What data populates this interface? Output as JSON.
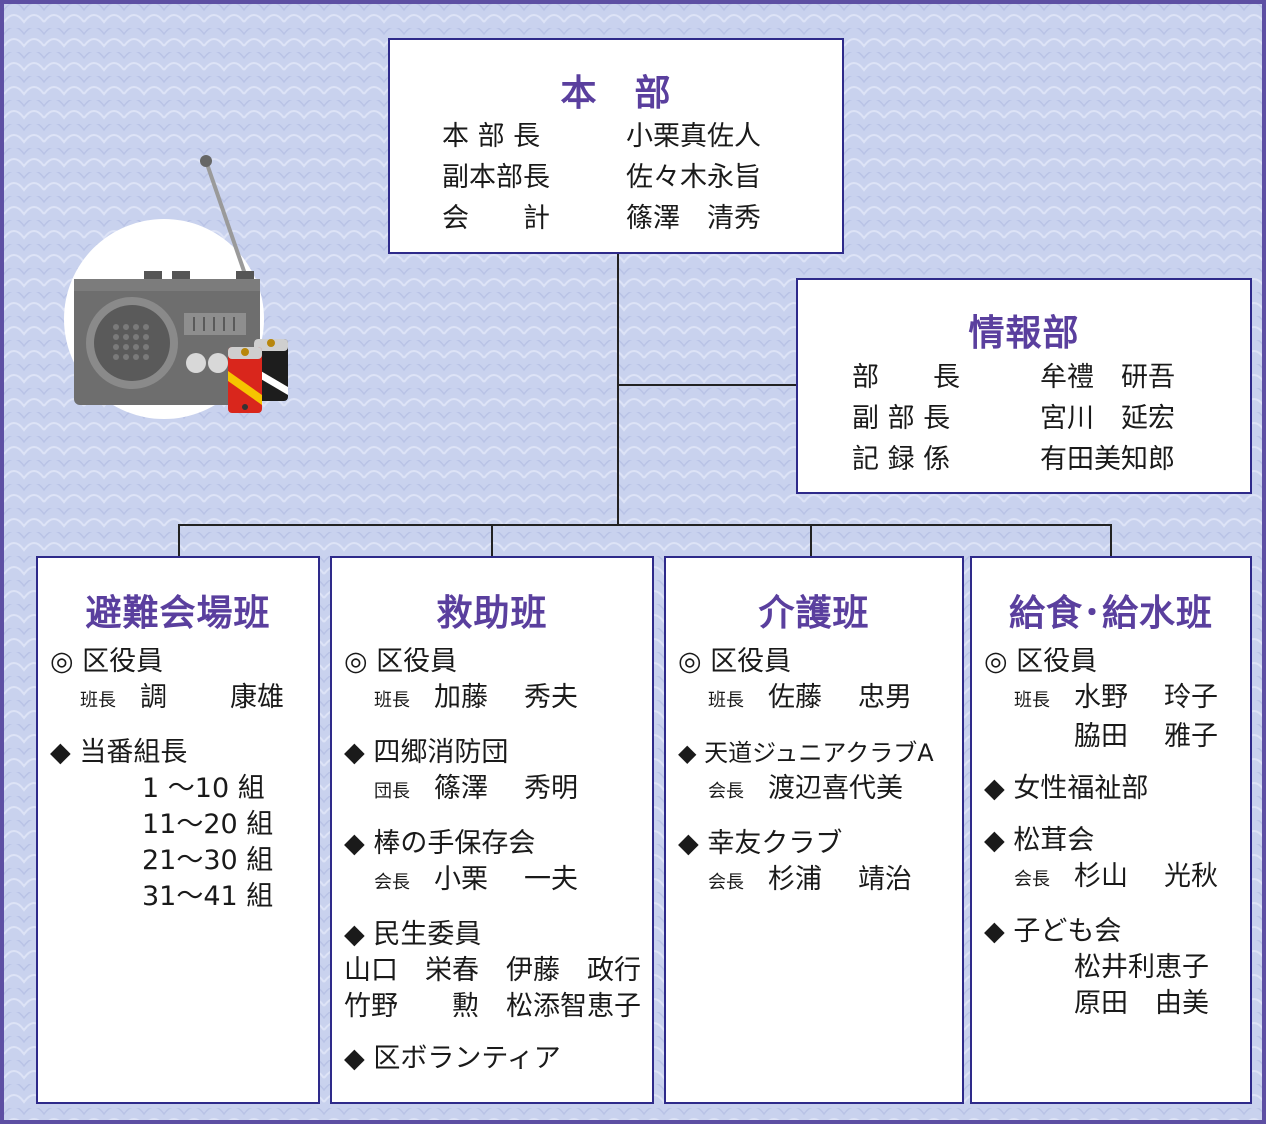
{
  "honbu": {
    "title": "本　部",
    "roles": [
      "本 部 長",
      "副本部長",
      "会　　計"
    ],
    "names": [
      "小栗真佐人",
      "佐々木永旨",
      "篠澤　清秀"
    ]
  },
  "joho": {
    "title": "情報部",
    "roles": [
      "部　　長",
      "副 部 長",
      "記 録 係"
    ],
    "names": [
      "牟禮　研吾",
      "宮川　延宏",
      "有田美知郎"
    ]
  },
  "groups": {
    "hinan": {
      "title": "避難会場班",
      "head": "◎ 区役員",
      "leader_role": "班長",
      "leader_name1": "調",
      "leader_name2": "康雄",
      "sec2": "◆ 当番組長",
      "kumi": [
        "1 ～10 組",
        "11～20 組",
        "21～30 組",
        "31～41 組"
      ]
    },
    "kyujo": {
      "title": "救助班",
      "head": "◎ 区役員",
      "leader_role": "班長",
      "leader_name1": "加藤",
      "leader_name2": "秀夫",
      "s2": "◆ 四郷消防団",
      "s2_role": "団長",
      "s2_n1": "篠澤",
      "s2_n2": "秀明",
      "s3": "◆ 棒の手保存会",
      "s3_role": "会長",
      "s3_n1": "小栗",
      "s3_n2": "一夫",
      "s4": "◆ 民生委員",
      "s4_line1": "山口　栄春　伊藤　政行",
      "s4_line2": "竹野　　勲　松添智恵子",
      "s5": "◆ 区ボランティア"
    },
    "kaigo": {
      "title": "介護班",
      "head": "◎ 区役員",
      "leader_role": "班長",
      "leader_name1": "佐藤",
      "leader_name2": "忠男",
      "s2": "◆ 天道ジュニアクラブA",
      "s2_role": "会長",
      "s2_n1": "渡辺喜代美",
      "s3": "◆ 幸友クラブ",
      "s3_role": "会長",
      "s3_n1": "杉浦",
      "s3_n2": "靖治"
    },
    "kyushoku": {
      "title": "給食･給水班",
      "head": "◎ 区役員",
      "leader_role": "班長",
      "leader_name1": "水野",
      "leader_name2": "玲子",
      "leader2_name1": "脇田",
      "leader2_name2": "雅子",
      "s2": "◆ 女性福祉部",
      "s3": "◆ 松茸会",
      "s3_role": "会長",
      "s3_n1": "杉山",
      "s3_n2": "光秋",
      "s4": "◆ 子ども会",
      "s4_line1": "松井利恵子",
      "s4_line2": "原田　由美"
    }
  },
  "colors": {
    "background": "#c9d2ee",
    "frame": "#5d4fa3",
    "title": "#5a3f9e",
    "box_border": "#2e2a8a"
  },
  "illustration_icons": [
    "radio-icon",
    "battery-icon"
  ]
}
